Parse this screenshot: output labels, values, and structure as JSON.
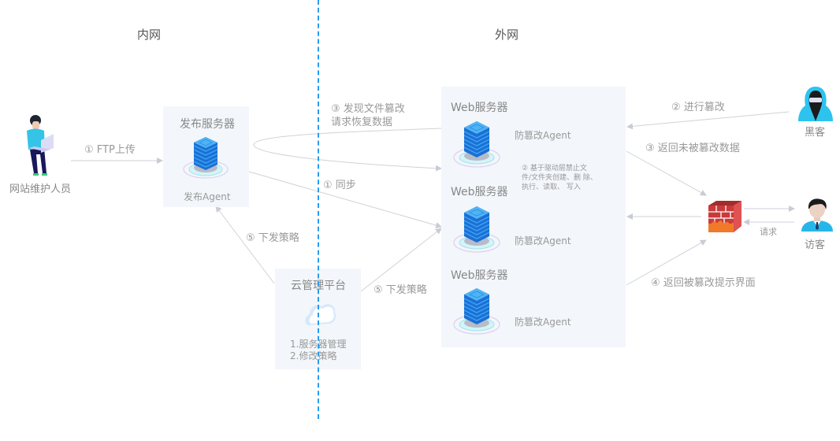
{
  "zones": {
    "intranet": "内网",
    "extranet": "外网"
  },
  "actors": {
    "maintainer": {
      "label": "网站维护人员",
      "icon": "developer-with-laptop-icon"
    },
    "hacker": {
      "label": "黑客",
      "icon": "hooded-hacker-icon"
    },
    "visitor": {
      "label": "访客",
      "icon": "visitor-avatar-icon"
    }
  },
  "publish_server": {
    "title": "发布服务器",
    "agent": "发布Agent",
    "icon": "server-stack-icon"
  },
  "cloud_platform": {
    "title": "云管理平台",
    "icon": "cloud-icon",
    "features": [
      "1.服务器管理",
      "2.修改策略"
    ]
  },
  "web_servers": [
    {
      "title": "Web服务器",
      "agent": "防篡改Agent",
      "icon": "server-stack-icon"
    },
    {
      "title": "Web服务器",
      "agent": "防篡改Agent",
      "icon": "server-stack-icon"
    },
    {
      "title": "Web服务器",
      "agent": "防篡改Agent",
      "icon": "server-stack-icon"
    }
  ],
  "driver_note": [
    "② 基于驱动层禁止文",
    "件/文件夹创建、删 除、",
    "执行、读取、 写入"
  ],
  "firewall": {
    "icon": "firewall-icon"
  },
  "flows": {
    "ftp_upload": "① FTP上传",
    "sync": "① 同步",
    "detect_line1": "③ 发现文件篡改",
    "detect_line2": "请求恢复数据",
    "tamper": "② 进行篡改",
    "return_untampered": "③ 返回未被篡改数据",
    "request": "请求",
    "return_tamper_page": "④ 返回被篡改提示界面",
    "policy_to_publish": "⑤ 下发策略",
    "policy_to_web": "⑤ 下发策略"
  }
}
